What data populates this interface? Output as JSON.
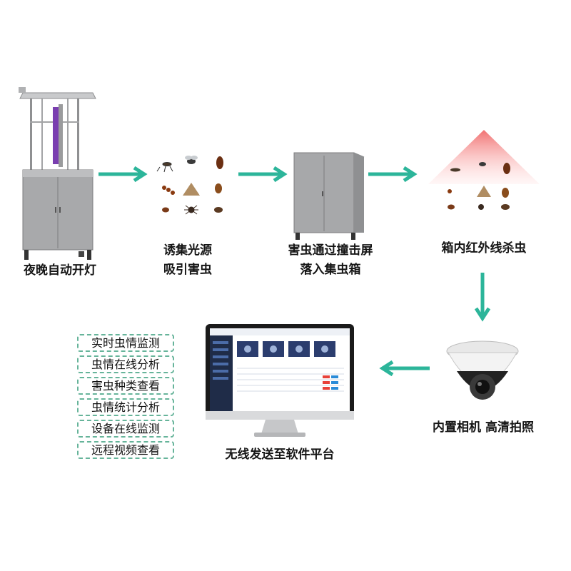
{
  "colors": {
    "arrow": "#2cb59a",
    "cabinet": "#a8a9ab",
    "uv_lamp": "#7a3fb0",
    "kill_zone": "#f06a6a",
    "dashed_border": "#66b49a"
  },
  "steps": [
    {
      "label": "夜晚自动开灯"
    },
    {
      "label_line1": "诱集光源",
      "label_line2": "吸引害虫"
    },
    {
      "label_line1": "害虫通过撞击屏",
      "label_line2": "落入集虫箱"
    },
    {
      "label": "箱内红外线杀虫"
    },
    {
      "label": "内置相机 高清拍照"
    },
    {
      "label": "无线发送至软件平台"
    }
  ],
  "features": [
    "实时虫情监测",
    "虫情在线分析",
    "害虫种类查看",
    "虫情统计分析",
    "设备在线监测",
    "远程视频查看"
  ],
  "icons": [
    "insect-trap-device-icon",
    "insects-photo-icon",
    "collection-box-icon",
    "infrared-kill-insects-icon",
    "dome-camera-icon",
    "monitor-software-icon",
    "flow-arrow-icon"
  ]
}
